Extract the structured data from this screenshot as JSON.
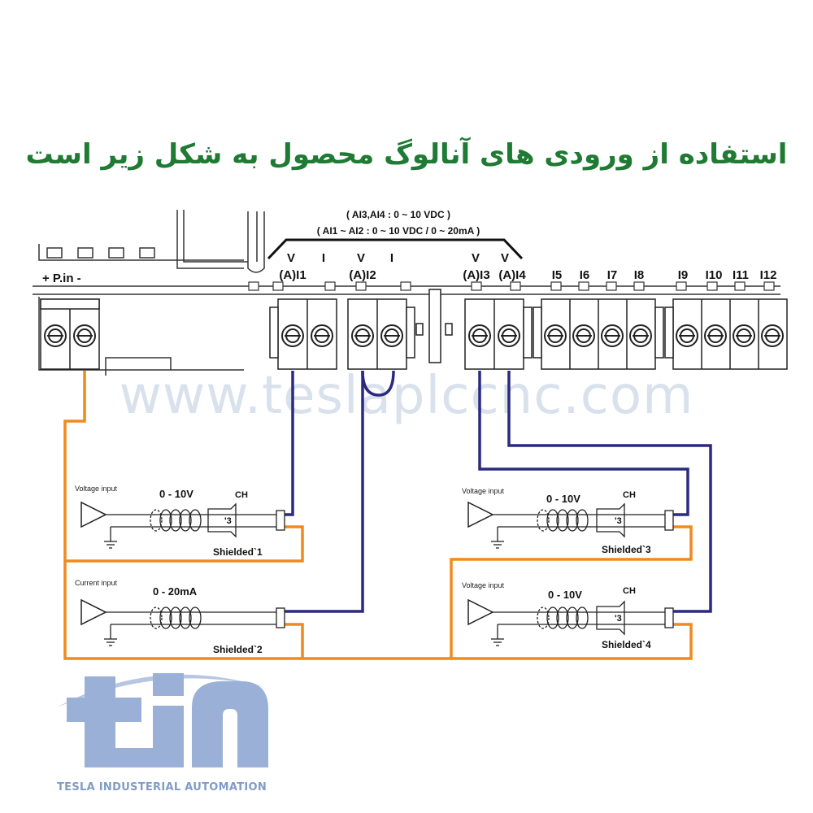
{
  "title": "استفاده از ورودی های آنالوگ محصول به شکل زیر است",
  "watermark": "www.teslaplccnc.com",
  "logo": {
    "text": "TESLA INDUSTERIAL AUTOMATION"
  },
  "range_notes": [
    "( AI3,AI4 : 0 ~ 10 VDC )",
    "( AI1 ~ AI2 : 0 ~ 10 VDC / 0 ~ 20mA )"
  ],
  "power_label": "+ P.in -",
  "sub_labels": [
    "V",
    "I",
    "V",
    "I",
    "V",
    "V"
  ],
  "terminals": [
    "(A)I1",
    "(A)I2",
    "(A)I3",
    "(A)I4",
    "I5",
    "I6",
    "I7",
    "I8",
    "I9",
    "I10",
    "I11",
    "I12"
  ],
  "sensors": [
    {
      "type_label": "Voltage input",
      "range": "0 - 10V",
      "ch": "CH",
      "node": "3",
      "shield": "Shielded`1"
    },
    {
      "type_label": "Current input",
      "range": "0 - 20mA",
      "ch": "",
      "node": "",
      "shield": "Shielded`2"
    },
    {
      "type_label": "Voltage input",
      "range": "0 - 10V",
      "ch": "CH",
      "node": "3",
      "shield": "Shielded`3"
    },
    {
      "type_label": "Voltage input",
      "range": "0 - 10V",
      "ch": "CH",
      "node": "3",
      "shield": "Shielded`4"
    }
  ],
  "colors": {
    "title": "#1f7a34",
    "signal_wire": "#2b2a7e",
    "common_wire": "#f08a1c",
    "logo": "#8aa6cf"
  }
}
